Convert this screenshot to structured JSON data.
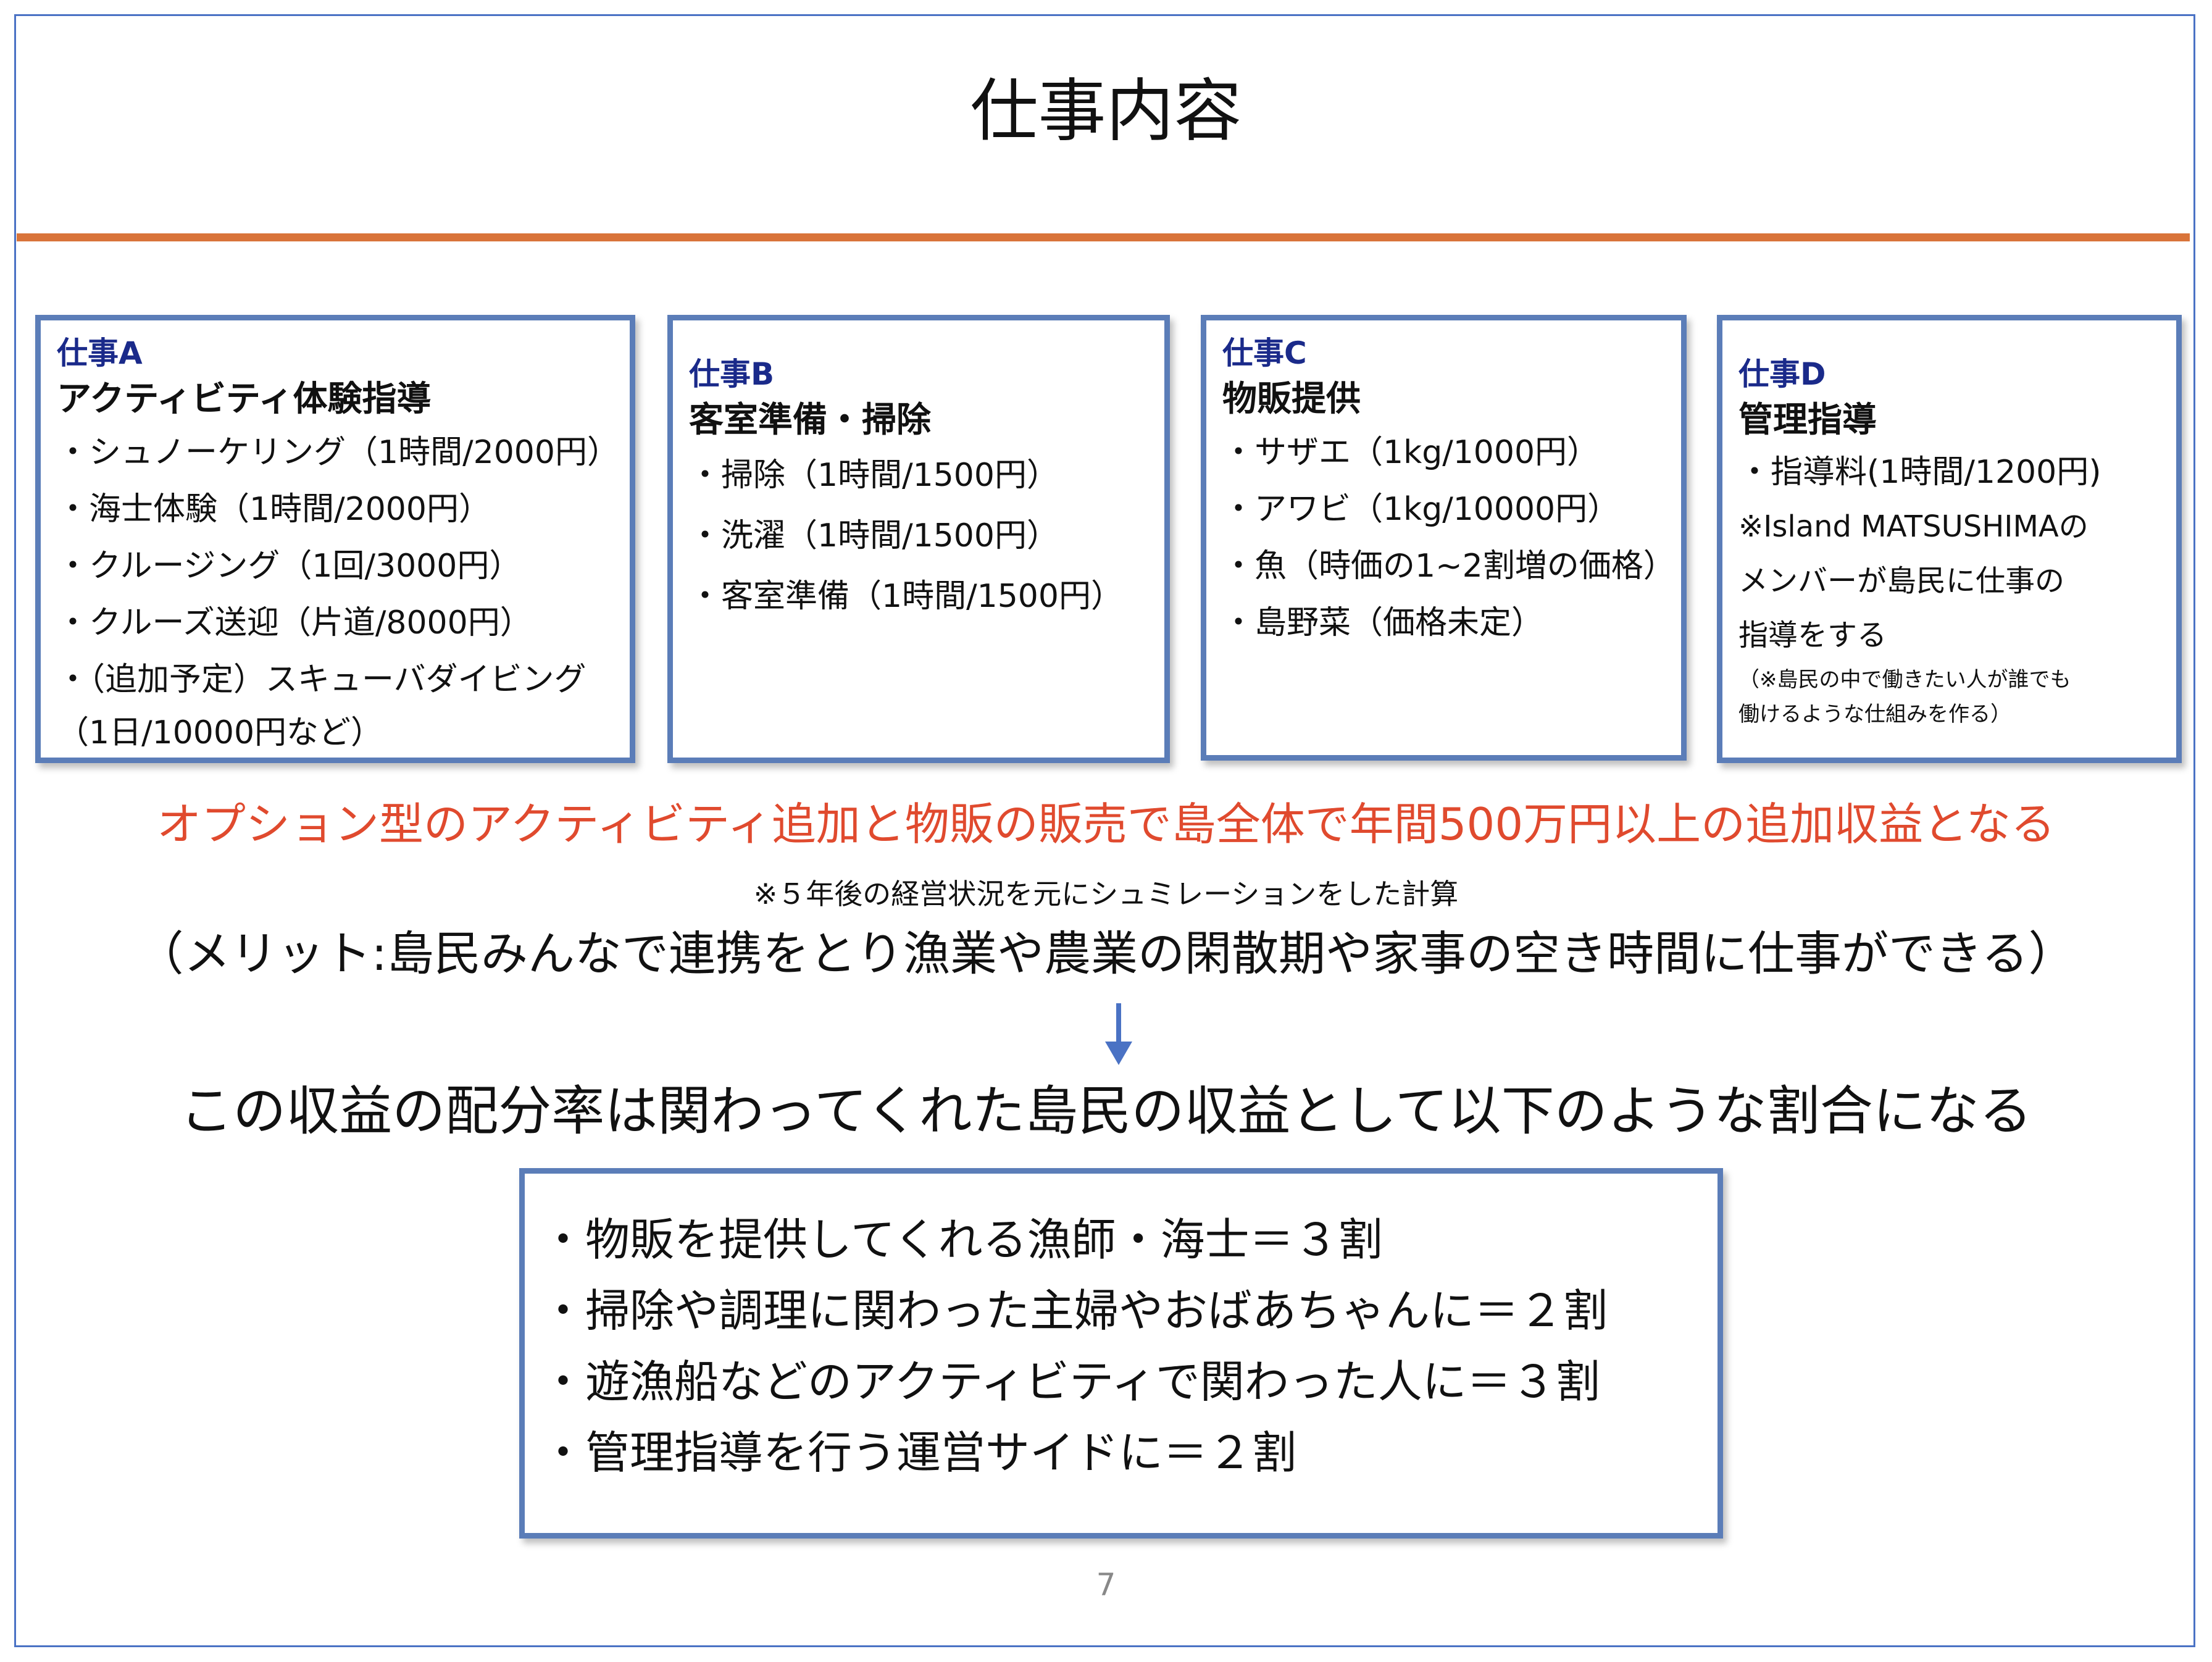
{
  "title": "仕事内容",
  "jobs": [
    {
      "heading": "仕事A",
      "subtitle": "アクティビティ体験指導",
      "items": [
        "・シュノーケリング（1時間/2000円）",
        "・海士体験（1時間/2000円）",
        "・クルージング（1回/3000円）",
        "・クルーズ送迎（片道/8000円）",
        "・（追加予定）スキューバダイビング",
        "（1日/10000円など）"
      ]
    },
    {
      "heading": "仕事B",
      "subtitle": "客室準備・掃除",
      "items": [
        "・掃除（1時間/1500円）",
        "・洗濯（1時間/1500円）",
        "・客室準備（1時間/1500円）"
      ]
    },
    {
      "heading": "仕事C",
      "subtitle": "物販提供",
      "items": [
        "・サザエ（1kg/1000円）",
        "・アワビ（1kg/10000円）",
        "・魚（時価の1~2割増の価格）",
        "・島野菜（価格未定）"
      ]
    },
    {
      "heading": "仕事D",
      "subtitle": "管理指導",
      "items": [
        "・指導料(1時間/1200円)",
        "※Island MATSUSHIMAの",
        "メンバーが島民に仕事の",
        "指導をする"
      ],
      "small": [
        "（※島民の中で働きたい人が誰でも",
        "働けるような仕組みを作る）"
      ]
    }
  ],
  "revenue_statement": "オプション型のアクティビティ追加と物販の販売で島全体で年間500万円以上の追加収益となる",
  "calc_note": "※５年後の経営状況を元にシュミレーションをした計算",
  "merit": "（メリット:島民みんなで連携をとり漁業や農業の閑散期や家事の空き時間に仕事ができる）",
  "distribution_intro": "この収益の配分率は関わってくれた島民の収益として以下のような割合になる",
  "distribution": [
    "・物販を提供してくれる漁師・海士＝３割",
    "・掃除や調理に関わった主婦やおばあちゃんに＝２割",
    "・遊漁船などのアクティビティで関わった人に＝３割",
    "・管理指導を行う運営サイドに＝２割"
  ],
  "page_number": "7",
  "colors": {
    "accent_rule": "#d9743a",
    "box_border": "#5b7db8",
    "heading": "#1a2a8a",
    "highlight": "#e04a2e"
  }
}
